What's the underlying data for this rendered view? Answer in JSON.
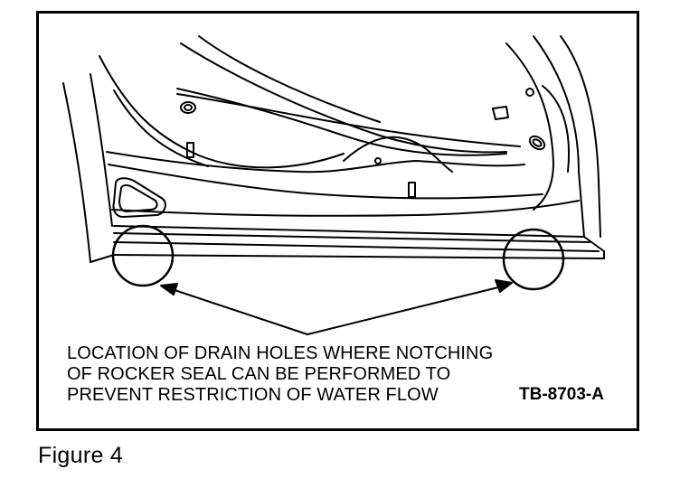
{
  "diagram": {
    "caption_lines": [
      "LOCATION OF DRAIN HOLES WHERE NOTCHING",
      "OF ROCKER SEAL CAN BE PERFORMED TO",
      "PREVENT RESTRICTION OF WATER FLOW"
    ],
    "reference_code": "TB-8703-A",
    "figure_label": "Figure 4",
    "line_color": "#000000",
    "background_color": "#ffffff"
  }
}
